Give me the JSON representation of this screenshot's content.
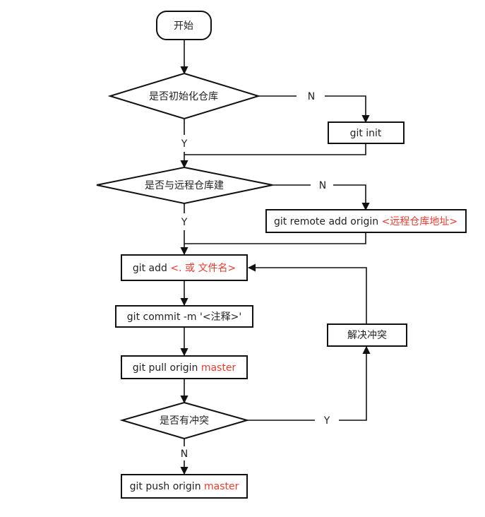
{
  "colors": {
    "line": "#111111",
    "text": "#222222",
    "highlight": "#ee3a2c",
    "background": "#ffffff"
  },
  "nodes": {
    "start": "开始",
    "decision_init": "是否初始化仓库",
    "git_init": "git init",
    "decision_remote": "是否与远程仓库建",
    "remote_add": {
      "prefix": "git remote add origin ",
      "highlight": "<远程仓库地址>"
    },
    "git_add": {
      "prefix": "git add ",
      "highlight": "<. 或 文件名>"
    },
    "commit": "git commit -m '<注释>'",
    "pull": {
      "prefix": "git pull origin ",
      "highlight": "master"
    },
    "decision_conflict": "是否有冲突",
    "resolve": "解决冲突",
    "push": {
      "prefix": "git push origin ",
      "highlight": "master"
    }
  },
  "edge_labels": {
    "init_no": "N",
    "init_yes": "Y",
    "remote_no": "N",
    "remote_yes": "Y",
    "conflict_yes": "Y",
    "conflict_no": "N"
  }
}
